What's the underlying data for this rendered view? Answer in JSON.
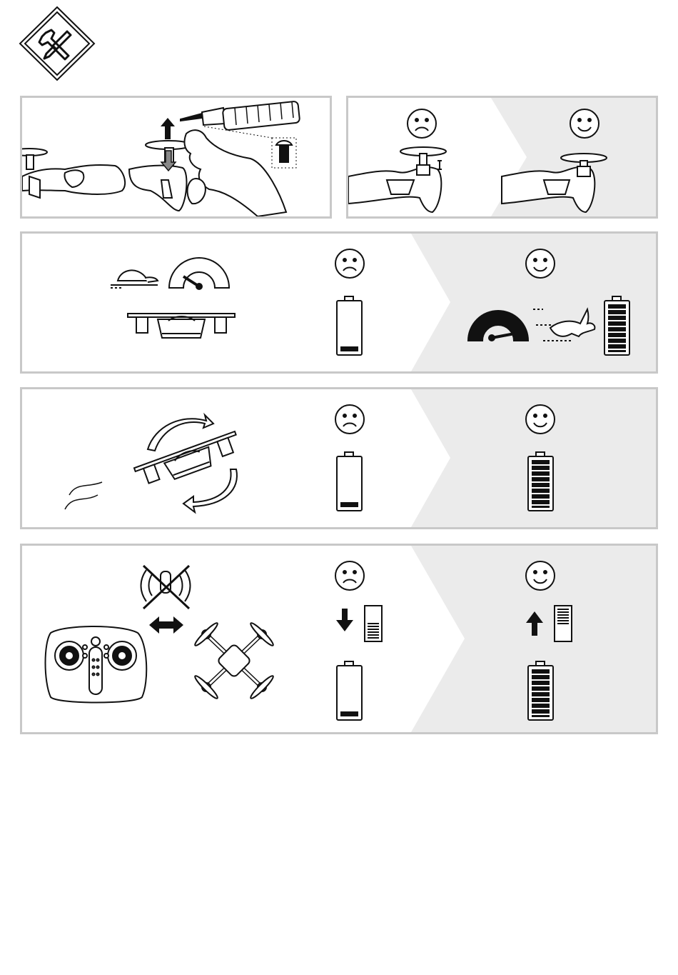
{
  "page": {
    "tool_icon": "tools-icon",
    "frame_color": "#c8c8c8",
    "shade_color": "#ebebeb",
    "ink_color": "#111111"
  },
  "panels": [
    {
      "id": "propeller-replacement",
      "icons": [
        "drone-arm-icon",
        "arrow-up-icon",
        "arrow-down-icon",
        "screwdriver-icon",
        "hand-icon",
        "screw-icon"
      ]
    },
    {
      "id": "propeller-gap",
      "icons": [
        "sad-face-icon",
        "propeller-gap-icon",
        "happy-face-icon",
        "propeller-seated-icon"
      ]
    },
    {
      "id": "slow-speed",
      "icons": [
        "turtle-icon",
        "speedometer-low-icon",
        "drone-side-icon",
        "sad-face-icon",
        "battery-low-icon",
        "happy-face-icon",
        "speedometer-high-icon",
        "rabbit-icon",
        "battery-full-icon"
      ],
      "battery_low_level": 0.15,
      "battery_full_level": 1.0
    },
    {
      "id": "unstable-flight",
      "icons": [
        "wind-icon",
        "rotate-arrows-icon",
        "drone-tilted-icon",
        "sad-face-icon",
        "battery-low-icon",
        "happy-face-icon",
        "battery-full-icon"
      ],
      "battery_low_level": 0.15,
      "battery_full_level": 1.0
    },
    {
      "id": "no-connection",
      "icons": [
        "no-signal-icon",
        "double-arrow-icon",
        "remote-control-icon",
        "drone-top-icon",
        "sad-face-icon",
        "throttle-down-icon",
        "battery-low-icon",
        "happy-face-icon",
        "throttle-up-icon",
        "battery-full-icon"
      ],
      "battery_low_level": 0.15,
      "battery_full_level": 1.0
    }
  ]
}
